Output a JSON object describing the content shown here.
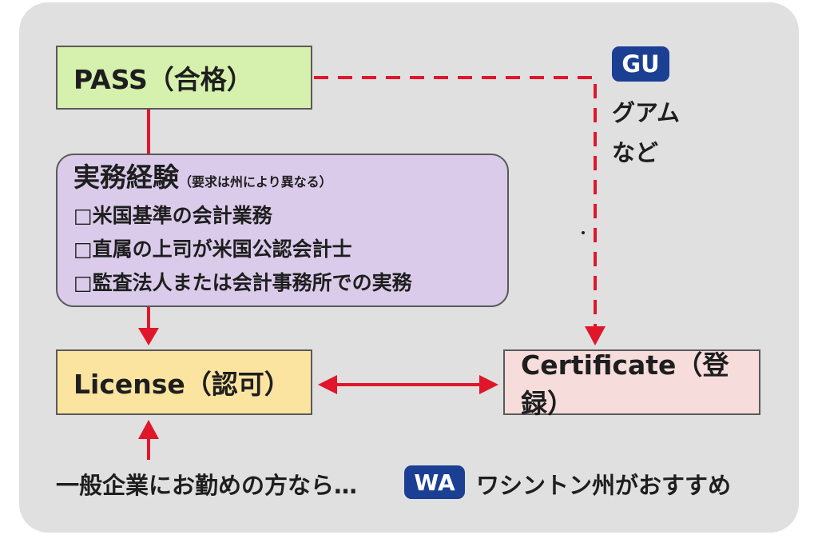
{
  "nodes": {
    "pass": "PASS（合格）",
    "experience": {
      "title": "実務経験",
      "note": "（要求は州により異なる）",
      "items": [
        "□米国基準の会計業務",
        "□直属の上司が米国公認会計士",
        "□監査法人または会計事務所での実務"
      ]
    },
    "license": "License（認可）",
    "certificate": "Certificate（登録）"
  },
  "guam": {
    "badge": "GU",
    "note_line1": "グアム",
    "note_line2": "など"
  },
  "footer": {
    "text_left": "一般企業にお勤めの方なら…",
    "badge": "WA",
    "text_right": "ワシントン州がおすすめ"
  },
  "colors": {
    "arrow_red": "#e0162b",
    "badge_blue": "#1b3f93",
    "pass_fill": "#d6f0ad",
    "experience_fill": "#dacbea",
    "license_fill": "#fbe4a0",
    "certificate_fill": "#f7dcdc",
    "panel_gray": "#e0e0e0"
  }
}
